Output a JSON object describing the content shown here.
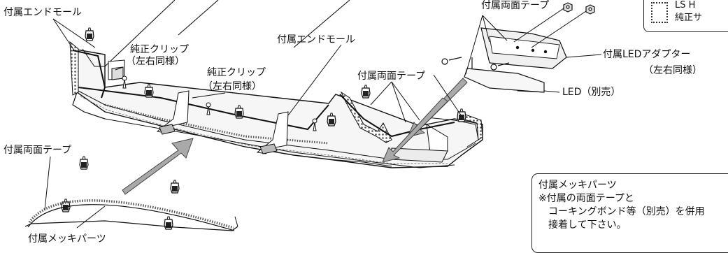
{
  "labels": {
    "end_mold_left": "付属エンドモール",
    "clip_1_line1": "純正クリップ",
    "clip_1_line2": "（左右同様）",
    "end_mold_center": "付属エンドモール",
    "clip_2_line1": "純正クリップ",
    "clip_2_line2": "（左右同様）",
    "tape_top": "付属両面テープ",
    "tape_middle": "付属両面テープ",
    "tape_left": "付属両面テープ",
    "led_adapter_line1": "付属LEDアダプター",
    "led_adapter_line2": "（左右同様）",
    "led": "LED（別売）",
    "plating_parts_bottom": "付属メッキパーツ"
  },
  "top_right_box": {
    "line1": "LS  H",
    "line2": "純正サ"
  },
  "note_box": {
    "line1": "付属メッキパーツ",
    "line2": "※付属の両面テープと",
    "line3": "　コーキングボンド等（別売）を併用",
    "line4": "　接着して下さい。"
  },
  "colors": {
    "line": "#111111",
    "arrow_fill": "#a9a9a9",
    "part_fill": "#f6f6f6"
  }
}
